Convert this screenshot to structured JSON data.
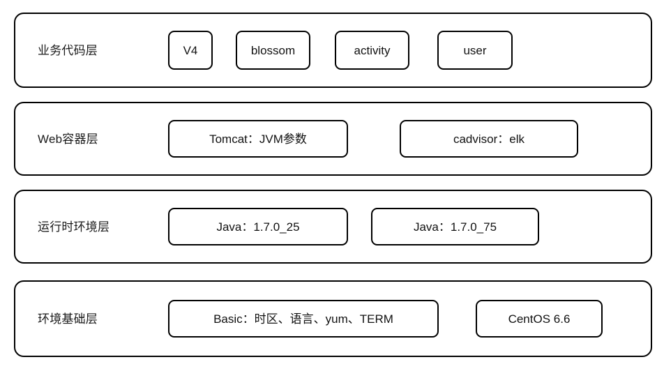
{
  "diagram": {
    "type": "layered-architecture",
    "background_color": "#ffffff",
    "border_color": "#000000",
    "text_color": "#111111",
    "layers": [
      {
        "id": "business-code-layer",
        "label": "业务代码层",
        "items": [
          {
            "id": "v4",
            "label": "V4"
          },
          {
            "id": "blossom",
            "label": "blossom"
          },
          {
            "id": "activity",
            "label": "activity"
          },
          {
            "id": "user",
            "label": "user"
          }
        ]
      },
      {
        "id": "web-container-layer",
        "label": "Web容器层",
        "items": [
          {
            "id": "tomcat",
            "label": "Tomcat：JVM参数"
          },
          {
            "id": "cadvisor",
            "label": "cadvisor：elk"
          }
        ]
      },
      {
        "id": "runtime-environment-layer",
        "label": "运行时环境层",
        "items": [
          {
            "id": "java-1-7-0-25",
            "label": "Java：1.7.0_25"
          },
          {
            "id": "java-1-7-0-75",
            "label": "Java：1.7.0_75"
          }
        ]
      },
      {
        "id": "environment-base-layer",
        "label": "环境基础层",
        "items": [
          {
            "id": "basic",
            "label": "Basic：时区、语言、yum、TERM"
          },
          {
            "id": "centos",
            "label": "CentOS 6.6"
          }
        ]
      }
    ]
  }
}
